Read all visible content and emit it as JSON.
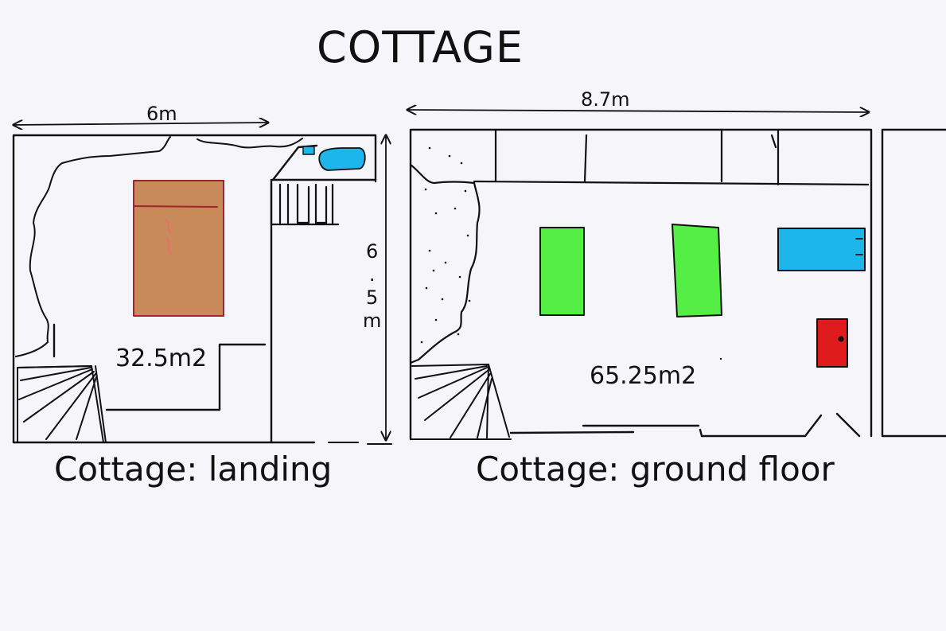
{
  "title": "COTTAGE",
  "landing": {
    "caption": "Cottage: landing",
    "area": "32.5m2",
    "width_label": "6m",
    "depth_label": "6\n.\n5\nm",
    "bed_color": "#c98a5a",
    "bath_color": "#1cb6ea"
  },
  "ground_floor": {
    "caption": "Cottage: ground floor",
    "area": "65.25m2",
    "width_label": "8.7m",
    "sofa_color": "#55ee44",
    "tub_color": "#1cb6ea",
    "stove_color": "#e01b1b"
  },
  "line_color": "#111111"
}
